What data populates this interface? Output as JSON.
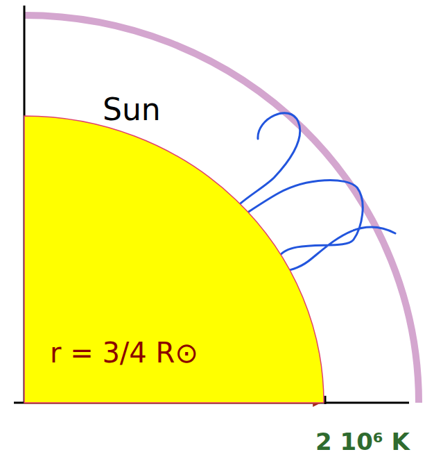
{
  "diagram": {
    "nodes": [
      {
        "text": [
          "r = 3/4 R⊙"
        ]
      }
    ],
    "labels": [
      "Sun",
      "2 10⁶ K"
    ]
  }
}
